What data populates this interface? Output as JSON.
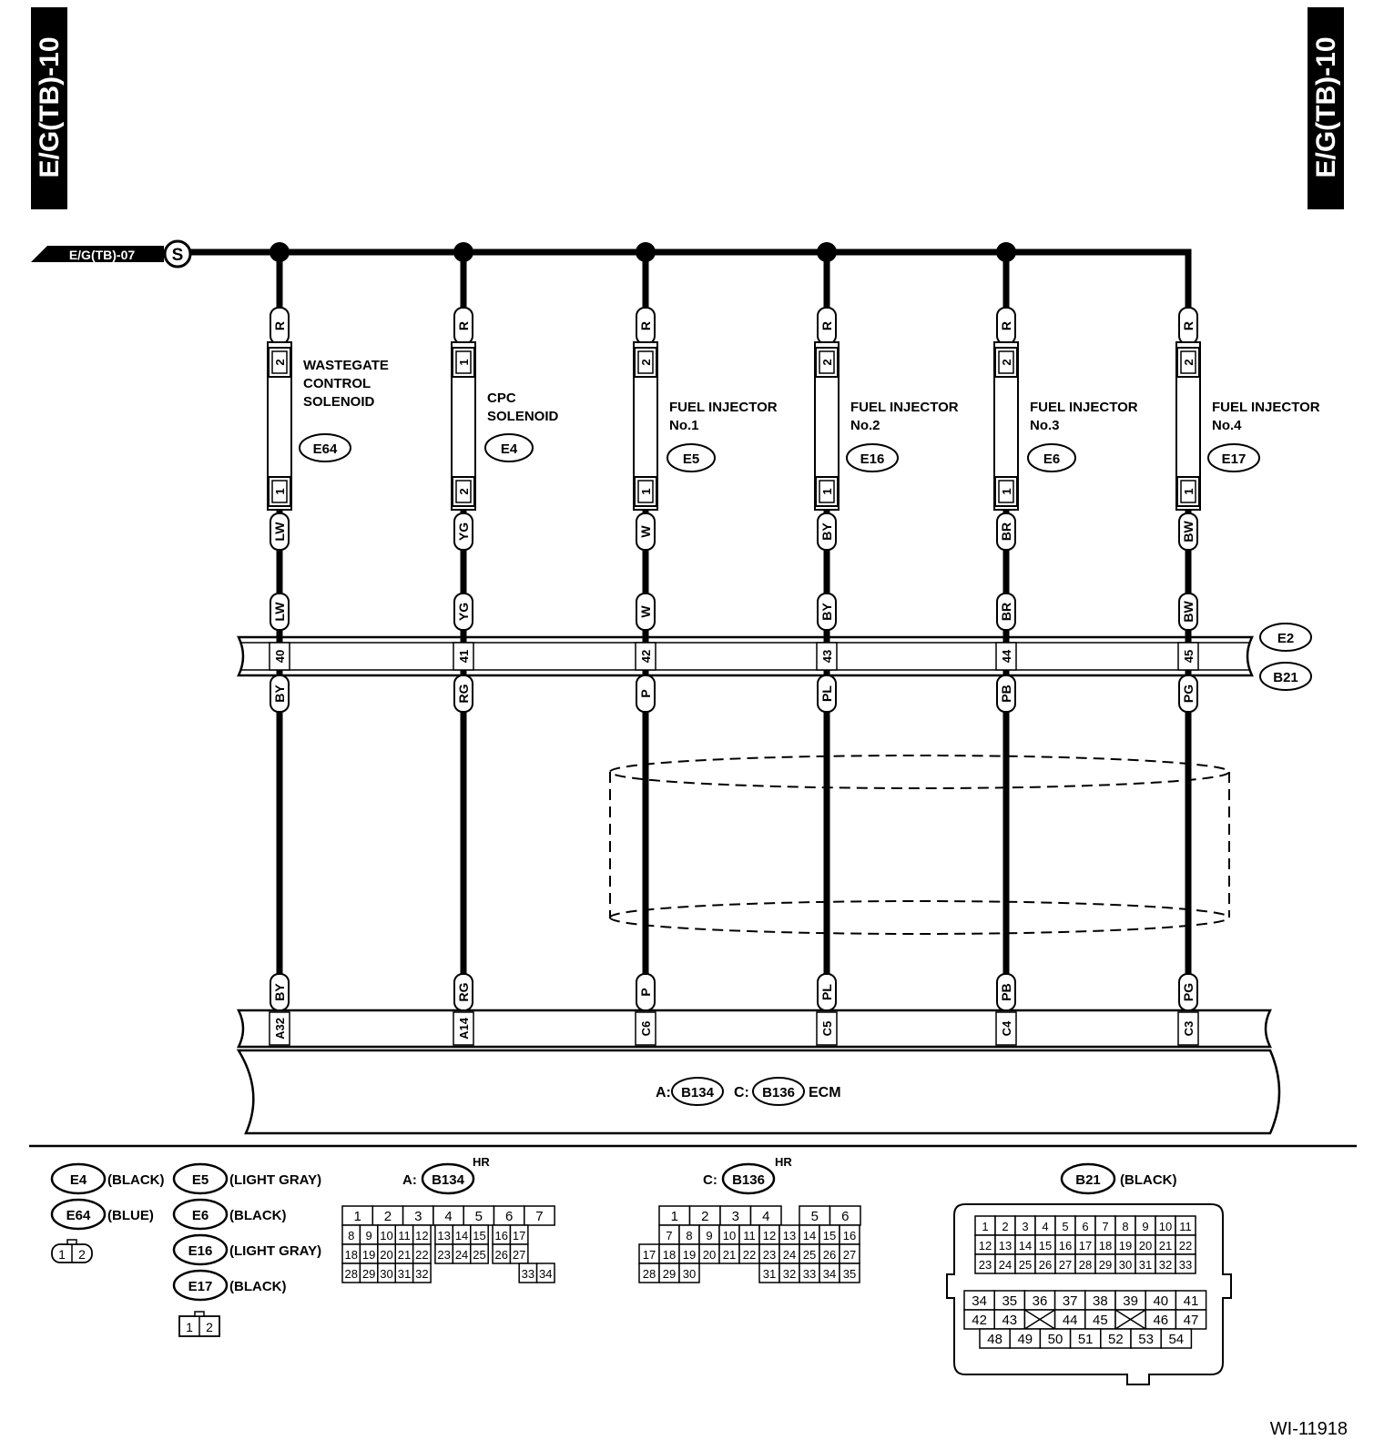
{
  "page": {
    "side_tag_left": "E/G(TB)-10",
    "side_tag_right": "E/G(TB)-10",
    "figure_id": "WI-11918"
  },
  "supply": {
    "source_tag": "E/G(TB)-07",
    "splice_symbol": "S"
  },
  "components": [
    {
      "name_lines": [
        "WASTEGATE",
        "CONTROL",
        "SOLENOID"
      ],
      "connector": "E64",
      "top_wire": "R",
      "top_pin": "2",
      "bottom_pin": "1",
      "bottom_wire": "LW",
      "e2_wire": "LW",
      "e2_pin": "40",
      "b21_wire": "BY",
      "ecm_wire": "BY",
      "ecm_pin": "A32"
    },
    {
      "name_lines": [
        "CPC",
        "SOLENOID"
      ],
      "connector": "E4",
      "top_wire": "R",
      "top_pin": "1",
      "bottom_pin": "2",
      "bottom_wire": "YG",
      "e2_wire": "YG",
      "e2_pin": "41",
      "b21_wire": "RG",
      "ecm_wire": "RG",
      "ecm_pin": "A14"
    },
    {
      "name_lines": [
        "FUEL INJECTOR",
        "No.1"
      ],
      "connector": "E5",
      "top_wire": "R",
      "top_pin": "2",
      "bottom_pin": "1",
      "bottom_wire": "W",
      "e2_wire": "W",
      "e2_pin": "42",
      "b21_wire": "P",
      "ecm_wire": "P",
      "ecm_pin": "C6"
    },
    {
      "name_lines": [
        "FUEL INJECTOR",
        "No.2"
      ],
      "connector": "E16",
      "top_wire": "R",
      "top_pin": "2",
      "bottom_pin": "1",
      "bottom_wire": "BY",
      "e2_wire": "BY",
      "e2_pin": "43",
      "b21_wire": "PL",
      "ecm_wire": "PL",
      "ecm_pin": "C5"
    },
    {
      "name_lines": [
        "FUEL INJECTOR",
        "No.3"
      ],
      "connector": "E6",
      "top_wire": "R",
      "top_pin": "2",
      "bottom_pin": "1",
      "bottom_wire": "BR",
      "e2_wire": "BR",
      "e2_pin": "44",
      "b21_wire": "PB",
      "ecm_wire": "PB",
      "ecm_pin": "C4"
    },
    {
      "name_lines": [
        "FUEL INJECTOR",
        "No.4"
      ],
      "connector": "E17",
      "top_wire": "R",
      "top_pin": "2",
      "bottom_pin": "1",
      "bottom_wire": "BW",
      "e2_wire": "BW",
      "e2_pin": "45",
      "b21_wire": "PG",
      "ecm_wire": "PG",
      "ecm_pin": "C3"
    }
  ],
  "joint": {
    "e2": "E2",
    "b21": "B21"
  },
  "ecm": {
    "prefix_a": "A:",
    "conn_a": "B134",
    "prefix_c": "C:",
    "conn_c": "B136",
    "label": "ECM"
  },
  "legend": {
    "left_col": [
      {
        "conn": "E4",
        "color": "(BLACK)"
      },
      {
        "conn": "E64",
        "color": "(BLUE)"
      }
    ],
    "mid_col": [
      {
        "conn": "E5",
        "color": "(LIGHT GRAY)"
      },
      {
        "conn": "E6",
        "color": "(BLACK)"
      },
      {
        "conn": "E16",
        "color": "(LIGHT GRAY)"
      },
      {
        "conn": "E17",
        "color": "(BLACK)"
      }
    ],
    "two_pin": [
      "1",
      "2"
    ],
    "b134": {
      "prefix": "A:",
      "conn": "B134",
      "sup": "HR",
      "rows": [
        [
          "1",
          "2",
          "3",
          "4",
          "5",
          "6",
          "7"
        ],
        [
          "8",
          "9",
          "10",
          "11",
          "12",
          "",
          "13",
          "14",
          "15",
          "",
          "16",
          "17"
        ],
        [
          "18",
          "19",
          "20",
          "21",
          "22",
          "",
          "23",
          "24",
          "25",
          "",
          "26",
          "27"
        ],
        [
          "28",
          "29",
          "30",
          "31",
          "32",
          "33",
          "34"
        ]
      ]
    },
    "b136": {
      "prefix": "C:",
      "conn": "B136",
      "sup": "HR",
      "rows": [
        [
          "1",
          "2",
          "3",
          "4",
          "5",
          "6"
        ],
        [
          "7",
          "8",
          "9",
          "10",
          "11",
          "12",
          "13",
          "14",
          "15",
          "16"
        ],
        [
          "17",
          "18",
          "19",
          "20",
          "21",
          "22",
          "23",
          "24",
          "25",
          "26",
          "27"
        ],
        [
          "28",
          "29",
          "30",
          "31",
          "32",
          "33",
          "34",
          "35"
        ]
      ]
    },
    "b21": {
      "conn": "B21",
      "color": "(BLACK)",
      "upper_rows": [
        [
          "1",
          "2",
          "3",
          "4",
          "5",
          "6",
          "7",
          "8",
          "9",
          "10",
          "11"
        ],
        [
          "12",
          "13",
          "14",
          "15",
          "16",
          "17",
          "18",
          "19",
          "20",
          "21",
          "22"
        ],
        [
          "23",
          "24",
          "25",
          "26",
          "27",
          "28",
          "29",
          "30",
          "31",
          "32",
          "33"
        ]
      ],
      "lower_rows": [
        [
          "34",
          "35",
          "36",
          "37",
          "38",
          "39",
          "40",
          "41"
        ],
        [
          "42",
          "43",
          "",
          "44",
          "45",
          "",
          "46",
          "47"
        ],
        [
          "48",
          "49",
          "50",
          "51",
          "52",
          "53",
          "54"
        ]
      ]
    }
  }
}
